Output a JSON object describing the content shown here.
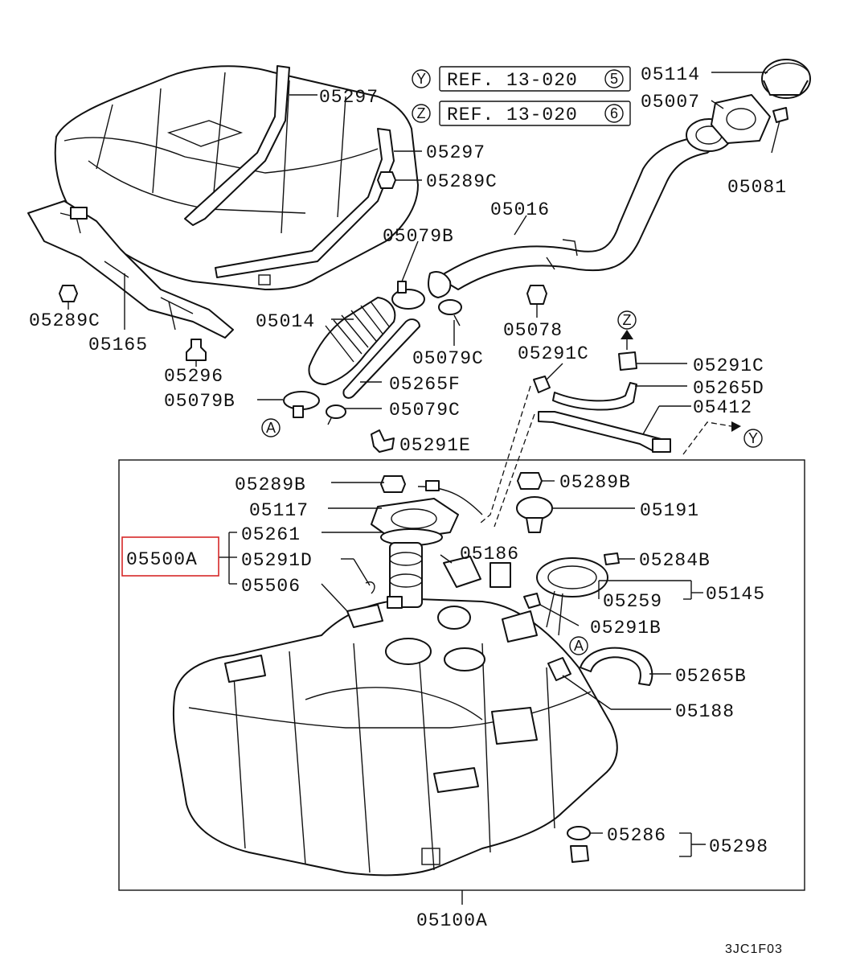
{
  "ref_rows": [
    {
      "letter": "Y",
      "text": "REF. 13-020",
      "num": "5"
    },
    {
      "letter": "Z",
      "text": "REF. 13-020",
      "num": "6"
    }
  ],
  "callouts": {
    "p05114": "05114",
    "p05007": "05007",
    "p05081": "05081",
    "p05297a": "05297",
    "p05297b": "05297",
    "p05289c_top": "05289C",
    "p05016": "05016",
    "p05079b_top": "05079B",
    "p05289c_left": "05289C",
    "p05165": "05165",
    "p05014": "05014",
    "p05296": "05296",
    "p05078": "05078",
    "p05079c_mid": "05079C",
    "p05291c_mid": "05291C",
    "p05291c_right": "05291C",
    "p05265f": "05265F",
    "p05265d": "05265D",
    "p05079b_low": "05079B",
    "p05079c_low": "05079C",
    "p05412": "05412",
    "p05291e": "05291E",
    "p05289b_left": "05289B",
    "p05289b_right": "05289B",
    "p05117": "05117",
    "p05191": "05191",
    "p05261": "05261",
    "p05186": "05186",
    "p05500a": "05500A",
    "p05291d": "05291D",
    "p05284b": "05284B",
    "p05506": "05506",
    "p05259": "05259",
    "p05145": "05145",
    "p05291b": "05291B",
    "p05265b": "05265B",
    "p05188": "05188",
    "p05286": "05286",
    "p05298": "05298",
    "p05100a": "05100A"
  },
  "markers": {
    "y_arrow": "Y",
    "z_arrow": "Z",
    "a_top": "A",
    "a_bottom": "A"
  },
  "figure_code": "3JC1F03",
  "highlight_color": "#d62828"
}
